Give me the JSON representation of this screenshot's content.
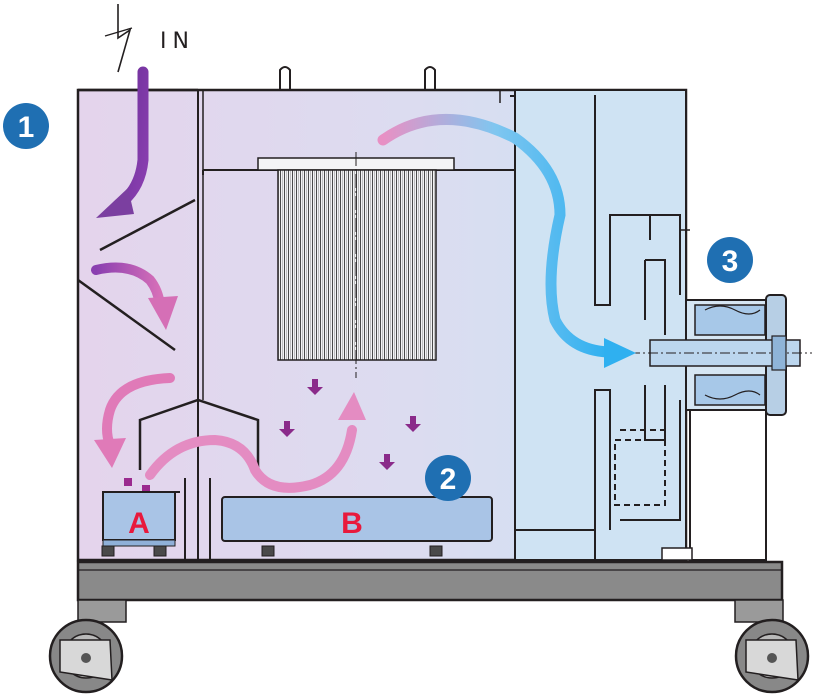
{
  "inlet_label": "IN",
  "steps": [
    {
      "label": "1",
      "color": "#1f6fb2"
    },
    {
      "label": "2",
      "color": "#1f6fb2"
    },
    {
      "label": "3",
      "color": "#1f6fb2"
    }
  ],
  "bins": [
    {
      "label": "A",
      "label_color": "#e8193c",
      "fill": "#a9c4e6"
    },
    {
      "label": "B",
      "label_color": "#e8193c",
      "fill": "#a9c4e6"
    }
  ],
  "colors": {
    "outline": "#231f20",
    "chamber_left": "#e3d3ec",
    "chamber_right": "#cfe3f3",
    "flow_purple": "#7b3fa0",
    "flow_pink": "#e07ab8",
    "flow_blue": "#3db8f0",
    "particle": "#9b2a8f",
    "base": "#8a8a8a"
  }
}
